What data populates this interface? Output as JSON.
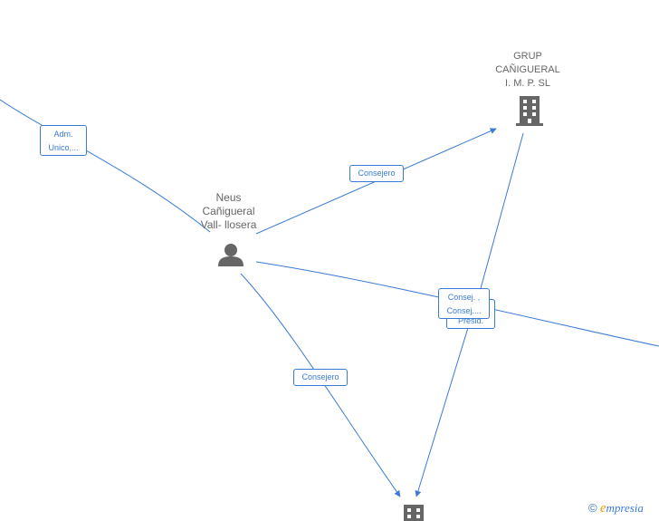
{
  "nodes": {
    "person": {
      "label": "Neus\nCañigueral\nVall- llosera",
      "icon": "person-icon"
    },
    "company_top": {
      "label": "GRUP\nCAÑIGUERAL\nI.  M. P.  SL",
      "icon": "building-icon"
    },
    "company_bottom": {
      "label": "",
      "icon": "building-icon"
    }
  },
  "edges": {
    "adm": "Adm.\nUnico,...",
    "consejero_top": "Consejero",
    "consejero_bottom": "Consejero",
    "presid": "Presid.",
    "consej": "Consej. ,\nConsej...."
  },
  "colors": {
    "edge": "#3a7bd5",
    "node": "#666666",
    "brand_e": "#f0a000"
  },
  "brand": {
    "copyright": "©",
    "e": "e",
    "name": "mpresia"
  }
}
